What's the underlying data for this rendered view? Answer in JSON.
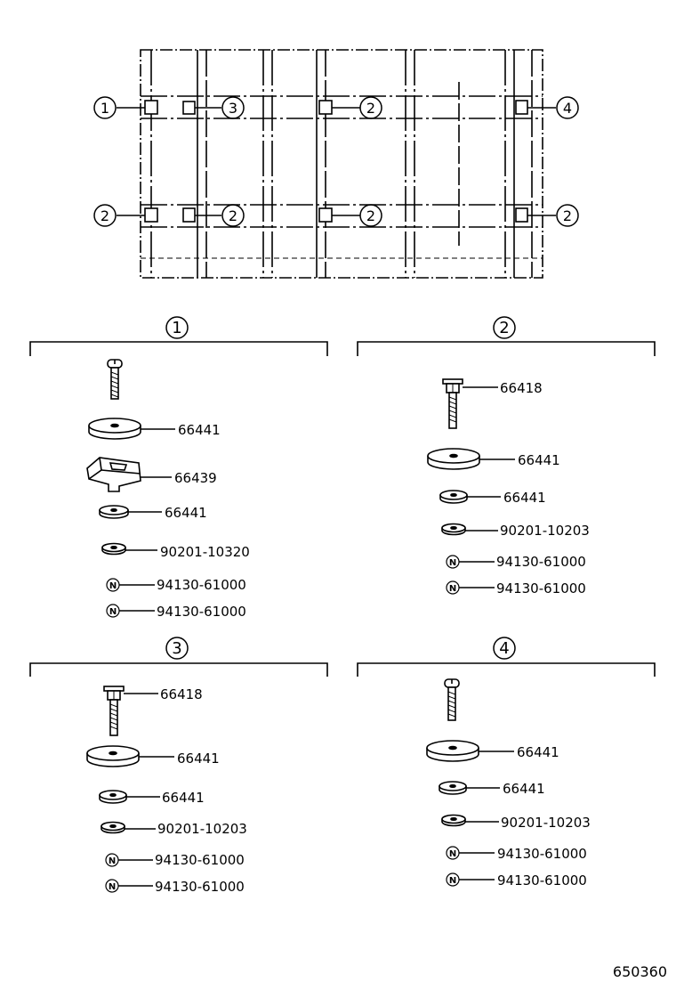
{
  "diagram_code": "650360",
  "frame_markers": {
    "m_top_1": "1",
    "m_top_3": "3",
    "m_top_2a": "2",
    "m_top_4": "4",
    "m_bot_2a": "2",
    "m_bot_2b": "2",
    "m_bot_2c": "2",
    "m_bot_2d": "2"
  },
  "groups": [
    {
      "number": "1",
      "labels": [
        "66441",
        "66439",
        "66441",
        "90201-10320",
        "94130-61000",
        "94130-61000"
      ],
      "nut_marks": [
        "N",
        "N"
      ]
    },
    {
      "number": "2",
      "labels": [
        "66418",
        "66441",
        "66441",
        "90201-10203",
        "94130-61000",
        "94130-61000"
      ],
      "nut_marks": [
        "N",
        "N"
      ]
    },
    {
      "number": "3",
      "labels": [
        "66418",
        "66441",
        "66441",
        "90201-10203",
        "94130-61000",
        "94130-61000"
      ],
      "nut_marks": [
        "N",
        "N"
      ]
    },
    {
      "number": "4",
      "labels": [
        "66441",
        "66441",
        "90201-10203",
        "94130-61000",
        "94130-61000"
      ],
      "nut_marks": [
        "N",
        "N"
      ]
    }
  ]
}
